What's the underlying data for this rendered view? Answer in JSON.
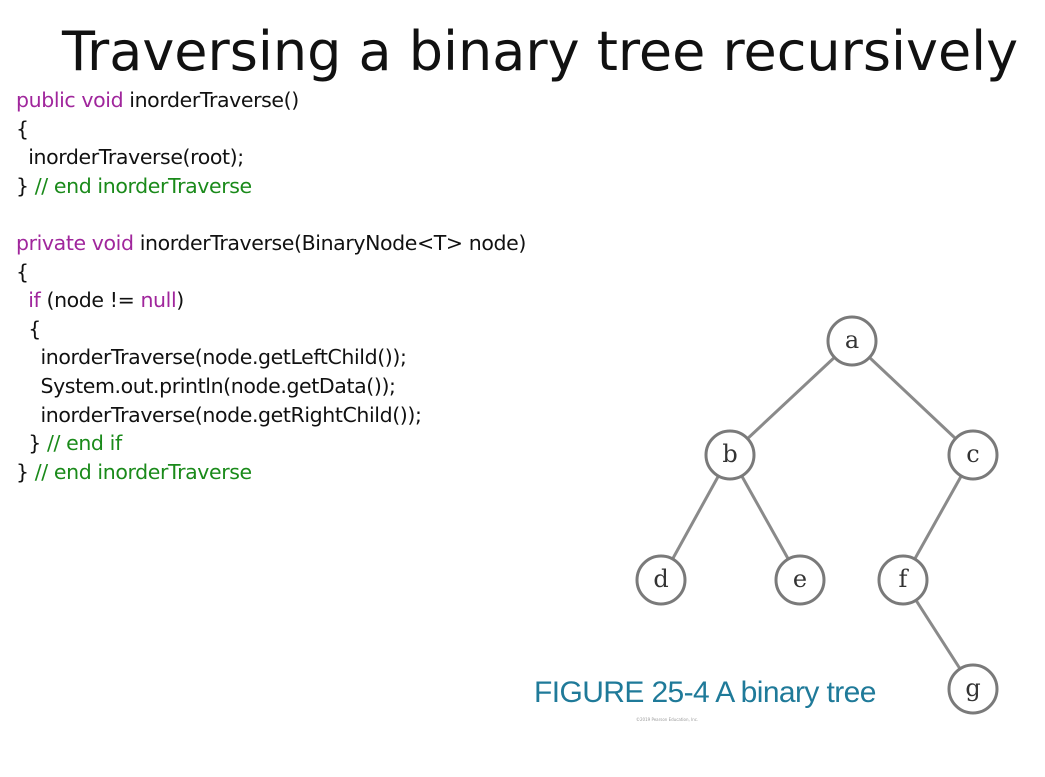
{
  "title": "Traversing a binary tree recursively",
  "code_lines": [
    [
      {
        "t": "public void ",
        "c": "kw"
      },
      {
        "t": "inorderTraverse()",
        "c": "tx"
      }
    ],
    [
      {
        "t": "{",
        "c": "tx"
      }
    ],
    [
      {
        "t": "  inorderTraverse(root);",
        "c": "tx"
      }
    ],
    [
      {
        "t": "} ",
        "c": "tx"
      },
      {
        "t": "// end inorderTraverse",
        "c": "cm"
      }
    ],
    [],
    [
      {
        "t": "private void ",
        "c": "kw"
      },
      {
        "t": "inorderTraverse(BinaryNode<T> node)",
        "c": "tx"
      }
    ],
    [
      {
        "t": "{",
        "c": "tx"
      }
    ],
    [
      {
        "t": "  ",
        "c": "tx"
      },
      {
        "t": "if",
        "c": "kw"
      },
      {
        "t": " (node != ",
        "c": "tx"
      },
      {
        "t": "null",
        "c": "kw"
      },
      {
        "t": ")",
        "c": "tx"
      }
    ],
    [
      {
        "t": "  {",
        "c": "tx"
      }
    ],
    [
      {
        "t": "    inorderTraverse(node.getLeftChild());",
        "c": "tx"
      }
    ],
    [
      {
        "t": "    System.out.println(node.getData());",
        "c": "tx"
      }
    ],
    [
      {
        "t": "    inorderTraverse(node.getRightChild());",
        "c": "tx"
      }
    ],
    [
      {
        "t": "  } ",
        "c": "tx"
      },
      {
        "t": "// end if",
        "c": "cm"
      }
    ],
    [
      {
        "t": "} ",
        "c": "tx"
      },
      {
        "t": "// end inorderTraverse",
        "c": "cm"
      }
    ]
  ],
  "tree": {
    "nodes": [
      "a",
      "b",
      "c",
      "d",
      "e",
      "f",
      "g"
    ],
    "edges": [
      [
        "a",
        "b"
      ],
      [
        "a",
        "c"
      ],
      [
        "b",
        "d"
      ],
      [
        "b",
        "e"
      ],
      [
        "c",
        "f"
      ],
      [
        "f",
        "g"
      ]
    ]
  },
  "figure_caption": "FIGURE 25-4 A binary tree",
  "copyright": "©2019 Pearson Education, Inc.",
  "colors": {
    "keyword": "#a0269c",
    "comment": "#1a8a1a",
    "caption": "#1f7a99",
    "node_stroke": "#7a7a7a"
  }
}
